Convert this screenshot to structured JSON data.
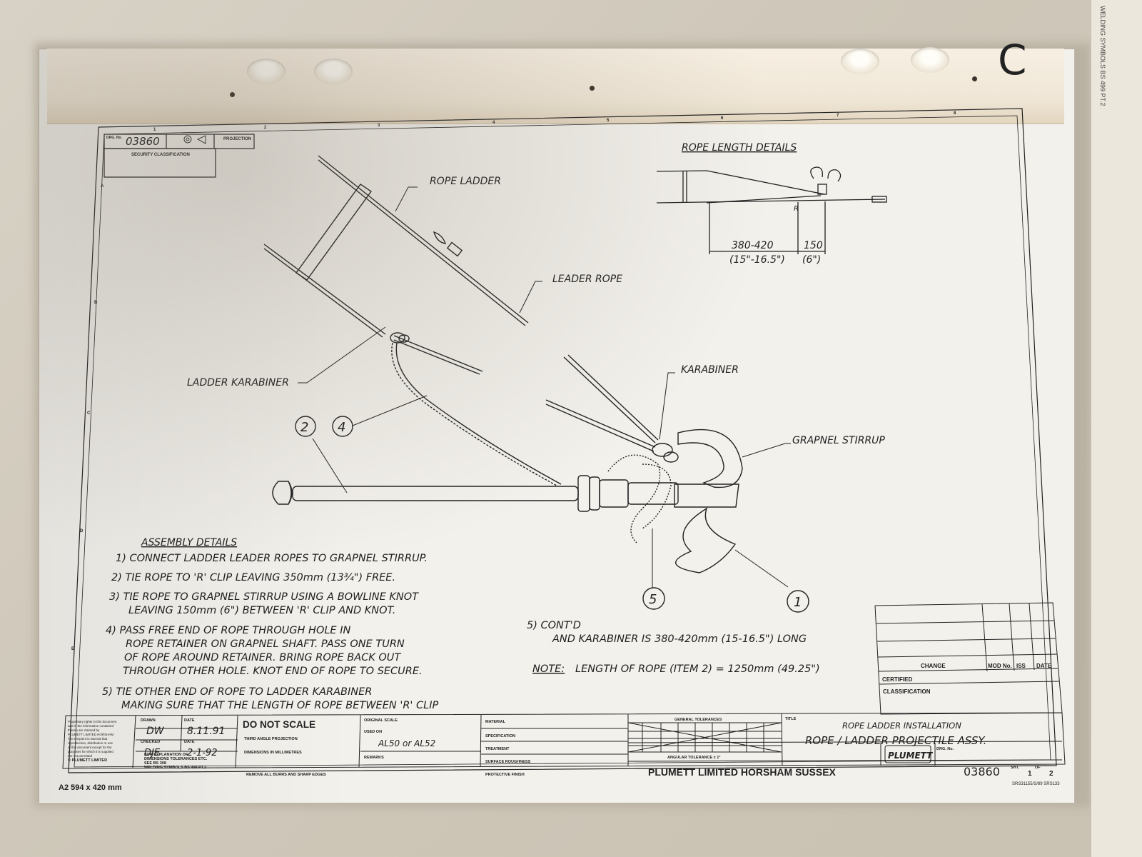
{
  "drawing": {
    "drg_no": "03860",
    "security_label": "SECURITY CLASSIFICATION",
    "drg_label": "DRG. No.",
    "projection_label": "PROJECTION",
    "side_mark": "C",
    "border_numbers": [
      "1",
      "2",
      "3",
      "4",
      "5",
      "6",
      "7",
      "8"
    ],
    "border_letters": [
      "A",
      "B",
      "C",
      "D",
      "E"
    ],
    "sheet_size": "A2 594 x 420 mm",
    "footer_ref": "SRS31155/S/89 SRS133"
  },
  "labels": {
    "rope_ladder": "ROPE LADDER",
    "leader_rope": "LEADER ROPE",
    "ladder_karabiner": "LADDER KARABINER",
    "karabiner": "KARABINER",
    "grapnel_stirrup": "GRAPNEL STIRRUP",
    "item_2": "2",
    "item_4": "4",
    "item_5": "5",
    "item_1": "1"
  },
  "rope_length": {
    "title": "ROPE LENGTH DETAILS",
    "r_mark": "R",
    "dim_1_mm": "380-420",
    "dim_1_in": "(15\"-16.5\")",
    "dim_2_mm": "150",
    "dim_2_in": "(6\")"
  },
  "assembly": {
    "title": "ASSEMBLY DETAILS",
    "lines": [
      "1) CONNECT LADDER LEADER ROPES TO GRAPNEL STIRRUP.",
      "2) TIE ROPE TO 'R' CLIP LEAVING 350mm (13¾\") FREE.",
      "3) TIE ROPE TO GRAPNEL STIRRUP USING A BOWLINE KNOT",
      "LEAVING 150mm (6\") BETWEEN 'R' CLIP AND KNOT.",
      "4) PASS FREE END OF ROPE THROUGH HOLE IN",
      "ROPE RETAINER ON GRAPNEL SHAFT. PASS ONE TURN",
      "OF ROPE AROUND RETAINER. BRING ROPE BACK OUT",
      "THROUGH OTHER HOLE. KNOT END OF ROPE TO SECURE.",
      "5) TIE OTHER END OF ROPE TO LADDER KARABINER",
      "MAKING SURE THAT THE LENGTH OF ROPE BETWEEN 'R' CLIP"
    ],
    "cont_title": "5) CONT'D",
    "cont_line": "AND KARABINER IS 380-420mm (15-16.5\") LONG",
    "note_label": "NOTE:",
    "note_text": "LENGTH OF ROPE (ITEM 2) = 1250mm (49.25\")"
  },
  "title_block": {
    "drawn_label": "DRAWN",
    "date_label": "DATE",
    "drawn_by": "DW",
    "drawn_date": "8.11.91",
    "checked_label": "CHECKED",
    "checked_by": "DJE",
    "checked_date": "2-1-92",
    "explanation": "FOR EXPLANATION OF",
    "explanation_2": "DIMENSIONS TOLERANCES ETC.",
    "explanation_3": "SEE BS 308",
    "explanation_4": "WELDING SYMBOLS BS 499 PT.2",
    "do_not_scale": "DO NOT SCALE",
    "third_angle": "THIRD ANGLE PROJECTION",
    "dims_mm": "DIMENSIONS IN MILLIMETRES",
    "remove_burrs": "REMOVE ALL BURRS AND SHARP EDGES",
    "original_scale": "ORIGINAL SCALE",
    "used_on_label": "USED ON",
    "used_on": "AL50 or AL52",
    "remarks": "REMARKS",
    "material": "MATERIAL",
    "specification": "SPECIFICATION",
    "treatment": "TREATMENT",
    "surface": "SURFACE ROUGHNESS",
    "finish": "PROTECTIVE FINISH",
    "general_tol": "GENERAL TOLERANCES",
    "angular_tol": "ANGULAR TOLERANCE ± 1°",
    "title_label": "TITLE",
    "title_1": "ROPE LADDER INSTALLATION",
    "title_2": "ROPE / LADDER PROJECTILE ASSY.",
    "company": "PLUMETT LIMITED HORSHAM SUSSEX",
    "logo": "PLUMETT",
    "sht_label": "SHT.",
    "sht_no": "1",
    "of_label": "OF",
    "sht_total": "2",
    "change": "CHANGE",
    "mod_no": "MOD No.",
    "iss": "ISS",
    "date": "DATE",
    "certified": "CERTIFIED",
    "classification": "CLASSIFICATION",
    "copyright": "© PLUMETT LIMITED"
  }
}
